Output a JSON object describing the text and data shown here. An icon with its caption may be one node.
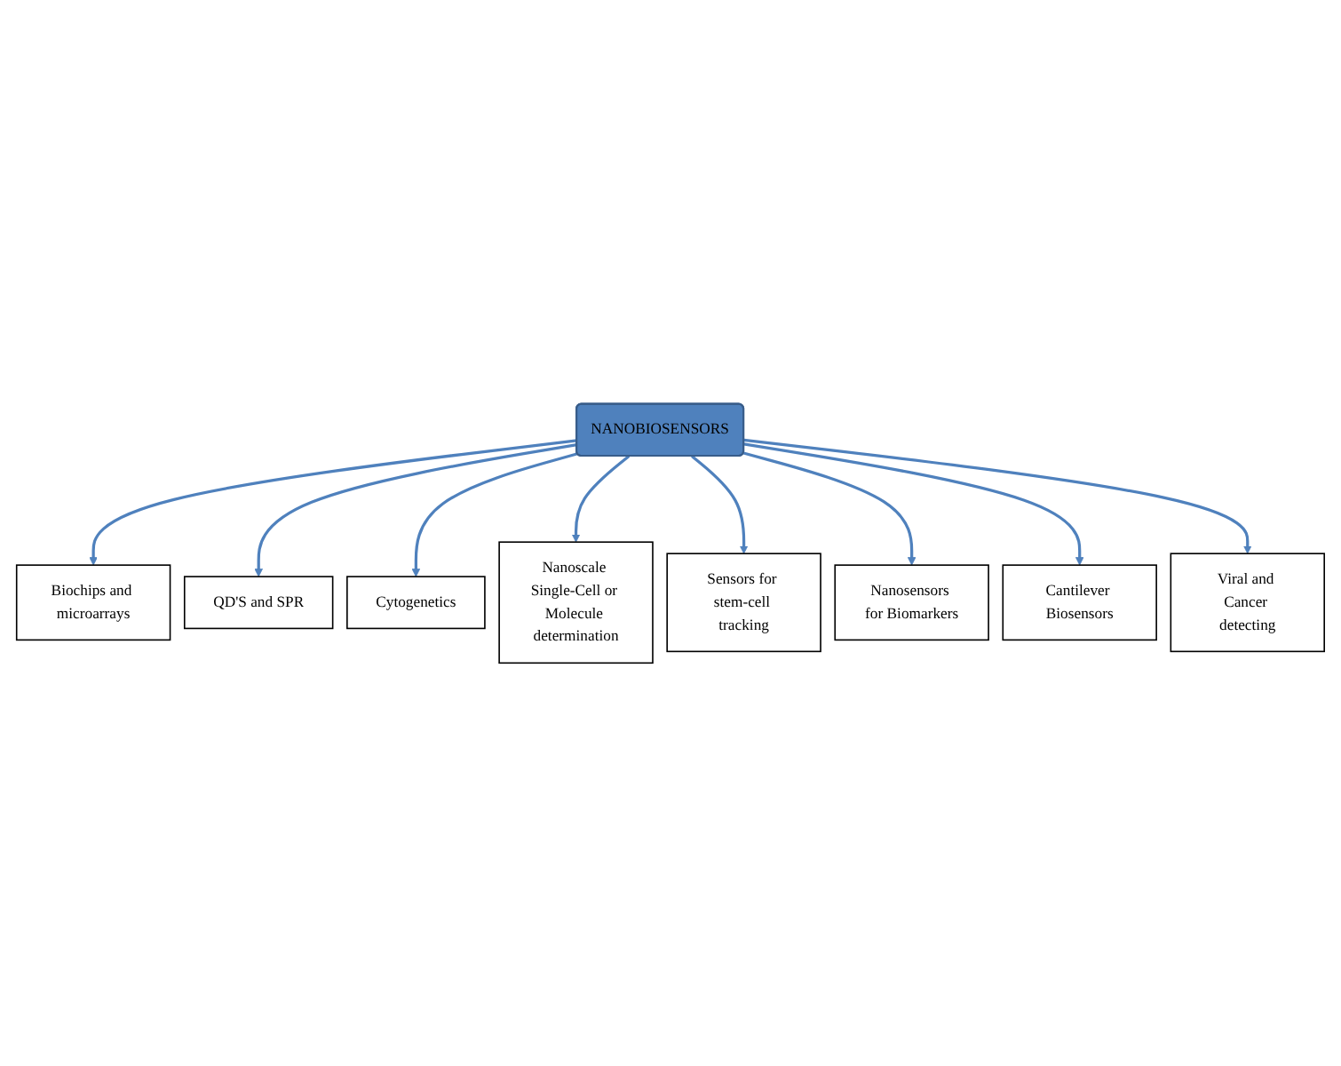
{
  "diagram": {
    "nodes": [
      {
        "text": [
          "NANOBIOSENSORS"
        ]
      },
      {
        "text": [
          "Biochips and microarrays"
        ]
      },
      {
        "text": [
          "QD'S and SPR"
        ]
      },
      {
        "text": [
          "Cytogenetics"
        ]
      },
      {
        "text": [
          "Nanoscale Single-Cell or Molecule determination"
        ]
      },
      {
        "text": [
          "Sensors for stem-cell tracking"
        ]
      },
      {
        "text": [
          "Nanosensors for Biomarkers"
        ]
      },
      {
        "text": [
          "Cantilever Biosensors"
        ]
      },
      {
        "text": [
          "Viral and Cancer detecting"
        ]
      }
    ],
    "edges": [
      {
        "from": 0,
        "to": 1,
        "arrow": "to"
      },
      {
        "from": 0,
        "to": 2,
        "arrow": "to"
      },
      {
        "from": 0,
        "to": 3,
        "arrow": "to"
      },
      {
        "from": 0,
        "to": 4,
        "arrow": "to"
      },
      {
        "from": 0,
        "to": 5,
        "arrow": "to"
      },
      {
        "from": 0,
        "to": 6,
        "arrow": "to"
      },
      {
        "from": 0,
        "to": 7,
        "arrow": "to"
      },
      {
        "from": 0,
        "to": 8,
        "arrow": "to"
      }
    ]
  }
}
